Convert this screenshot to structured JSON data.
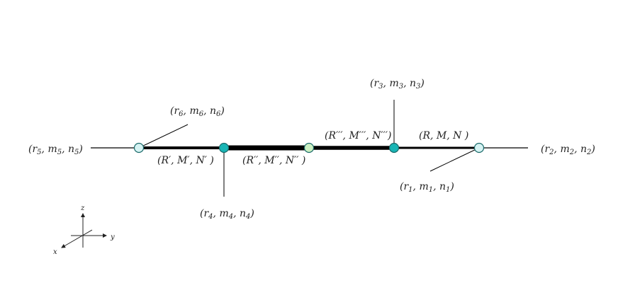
{
  "colors": {
    "line": "#000000",
    "node_light": "#d6f3f3",
    "node_teal": "#19b5b5",
    "node_green": "#ccf0c2",
    "node_stroke": "#1a6a6a"
  },
  "labels": {
    "r5": {
      "v": "r",
      "s": "5",
      "v2": "m",
      "s2": "5",
      "v3": "n",
      "s3": "5"
    },
    "r6": {
      "v": "r",
      "s": "6",
      "v2": "m",
      "s2": "6",
      "v3": "n",
      "s3": "6"
    },
    "r4": {
      "v": "r",
      "s": "4",
      "v2": "m",
      "s2": "4",
      "v3": "n",
      "s3": "4"
    },
    "r3": {
      "v": "r",
      "s": "3",
      "v2": "m",
      "s2": "3",
      "v3": "n",
      "s3": "3"
    },
    "r1": {
      "v": "r",
      "s": "1",
      "v2": "m",
      "s2": "1",
      "v3": "n",
      "s3": "1"
    },
    "r2": {
      "v": "r",
      "s": "2",
      "v2": "m",
      "s2": "2",
      "v3": "n",
      "s3": "2"
    },
    "seg1": "(R′, M′, N′ )",
    "seg2": "(R′′, M′′, N′′ )",
    "seg3": "(R′′′, M′′′, N′′′)",
    "seg4": "(R, M, N )"
  },
  "axes": {
    "z": "z",
    "y": "y",
    "x": "x"
  }
}
